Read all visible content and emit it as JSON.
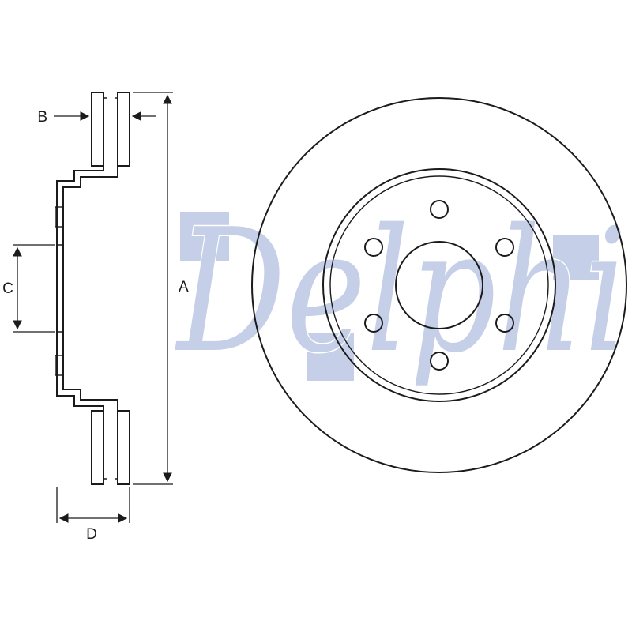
{
  "diagram": {
    "watermark_text": "Delphi",
    "labels": {
      "a": "A",
      "b": "B",
      "c": "C",
      "d": "D"
    }
  },
  "colors": {
    "line": "#1b1b1b",
    "watermark": "#c5cfe8",
    "background": "#ffffff"
  }
}
